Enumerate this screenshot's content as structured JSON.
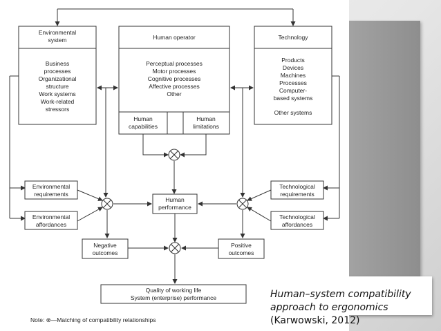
{
  "boxes": {
    "environmental_system": {
      "title": [
        "Environmental",
        "system"
      ],
      "items": [
        "Business",
        "processes",
        "Organizational",
        "structure",
        "Work systems",
        "Work-related",
        "stressors"
      ]
    },
    "human_operator": {
      "title": "Human operator",
      "items": [
        "Perceptual processes",
        "Motor processes",
        "Cognitive processes",
        "Affective processes",
        "Other"
      ],
      "capabilities": [
        "Human",
        "capabilities"
      ],
      "limitations": [
        "Human",
        "limitations"
      ]
    },
    "technology": {
      "title": "Technology",
      "items": [
        "Products",
        "Devices",
        "Machines",
        "Processes",
        "Computer-",
        "based systems",
        "",
        "Other systems"
      ]
    },
    "environmental_requirements": [
      "Environmental",
      "requirements"
    ],
    "environmental_affordances": [
      "Environmental",
      "affordances"
    ],
    "human_performance": [
      "Human",
      "performance"
    ],
    "technological_requirements": [
      "Technological",
      "requirements"
    ],
    "technological_affordances": [
      "Technological",
      "affordances"
    ],
    "negative_outcomes": [
      "Negative",
      "outcomes"
    ],
    "positive_outcomes": [
      "Positive",
      "outcomes"
    ],
    "quality": [
      "Quality of working life",
      "System (enterprise) performance"
    ]
  },
  "note": "Note: ⊗—Matching of compatibility relationships",
  "caption": {
    "line1": "Human–system compatibility",
    "line2": "approach to ergonomics",
    "line3": "(Karwowski, 2012)"
  }
}
